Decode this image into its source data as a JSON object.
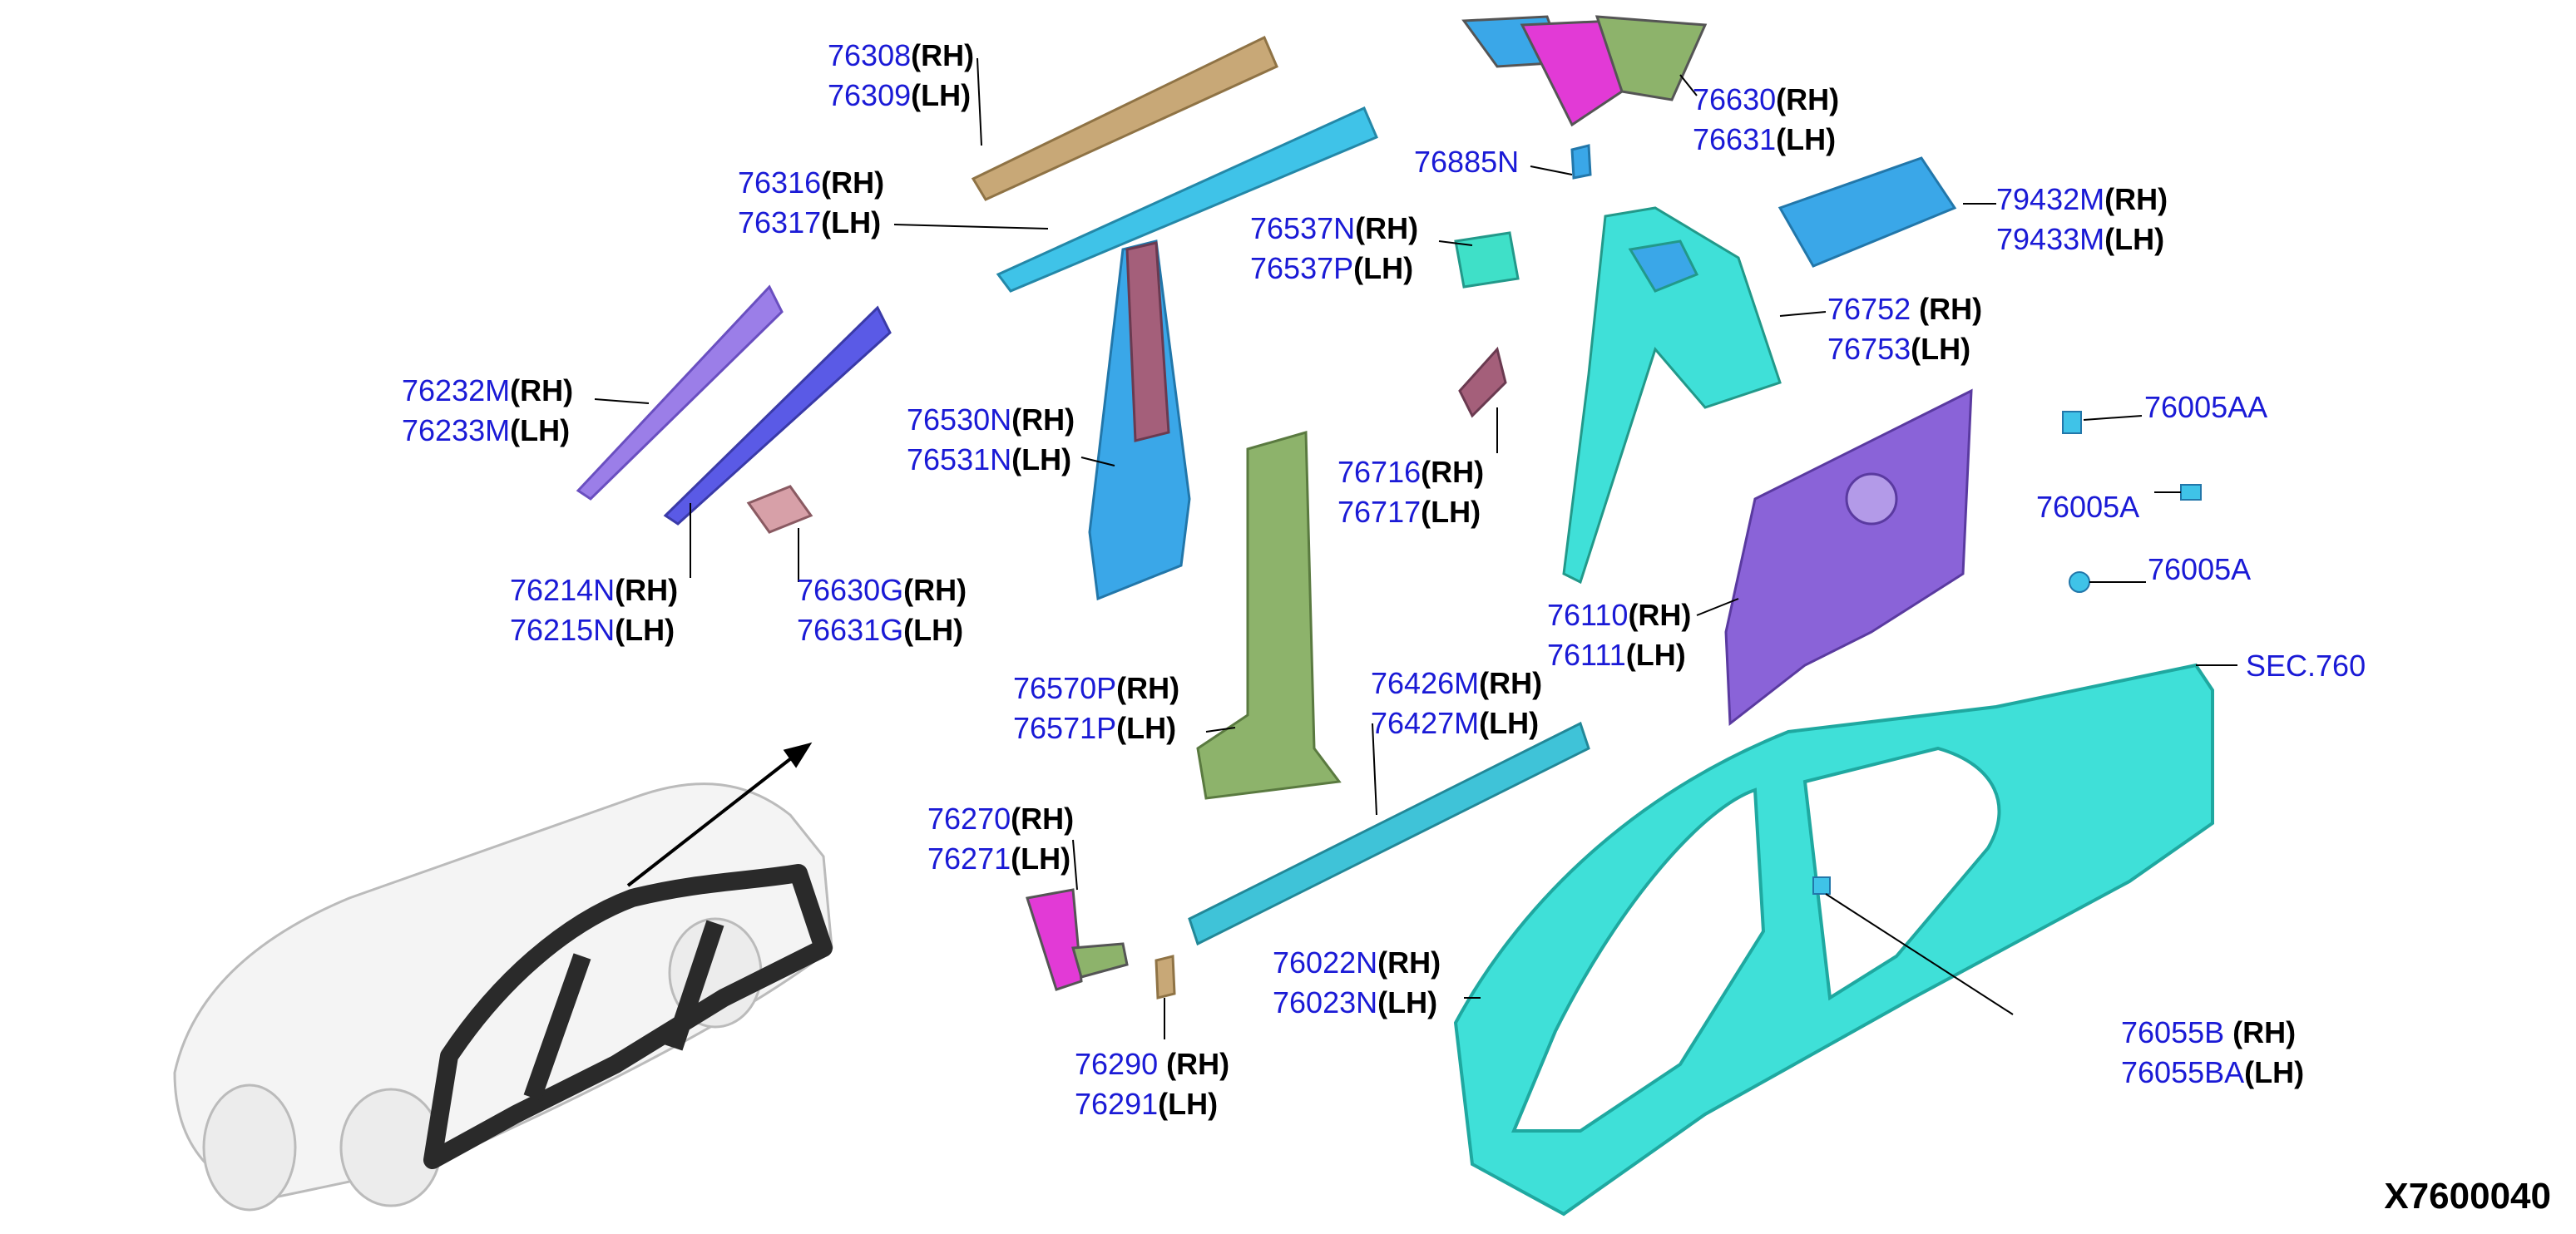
{
  "diagram_code": "X7600040",
  "section_ref": "SEC.760",
  "colors": {
    "part_number": "#1a1ad6",
    "side_label": "#000000",
    "cyan_part": "#3fe0d8",
    "blue_part": "#3aa7e8",
    "tan_part": "#c8a877",
    "purple_part": "#8a63d8",
    "violet_part": "#5a5ae6",
    "olive_part": "#8db36b",
    "magenta_part": "#e23ad6",
    "mauve_part": "#a45f7a",
    "vehicle_frame": "#2a2a2a"
  },
  "callouts": [
    {
      "name": "76308-76309",
      "lines": [
        {
          "pn": "76308",
          "side": "(RH)"
        },
        {
          "pn": "76309",
          "side": "(LH)"
        }
      ]
    },
    {
      "name": "76316-76317",
      "lines": [
        {
          "pn": "76316",
          "side": "(RH)"
        },
        {
          "pn": "76317",
          "side": "(LH)"
        }
      ]
    },
    {
      "name": "76232M-76233M",
      "lines": [
        {
          "pn": "76232M",
          "side": "(RH)"
        },
        {
          "pn": "76233M",
          "side": "(LH)"
        }
      ]
    },
    {
      "name": "76214N-76215N",
      "lines": [
        {
          "pn": "76214N",
          "side": "(RH)"
        },
        {
          "pn": "76215N",
          "side": "(LH)"
        }
      ]
    },
    {
      "name": "76630G-76631G",
      "lines": [
        {
          "pn": "76630G",
          "side": "(RH)"
        },
        {
          "pn": "76631G",
          "side": "(LH)"
        }
      ]
    },
    {
      "name": "76530N-76531N",
      "lines": [
        {
          "pn": "76530N",
          "side": "(RH)"
        },
        {
          "pn": "76531N",
          "side": "(LH)"
        }
      ]
    },
    {
      "name": "76537N-76537P",
      "lines": [
        {
          "pn": "76537N",
          "side": "(RH)"
        },
        {
          "pn": "76537P",
          "side": "(LH)"
        }
      ]
    },
    {
      "name": "76885N",
      "lines": [
        {
          "pn": "76885N",
          "side": ""
        }
      ]
    },
    {
      "name": "76630-76631",
      "lines": [
        {
          "pn": "76630",
          "side": "(RH)"
        },
        {
          "pn": "76631",
          "side": "(LH)"
        }
      ]
    },
    {
      "name": "79432M-79433M",
      "lines": [
        {
          "pn": "79432M",
          "side": "(RH)"
        },
        {
          "pn": "79433M",
          "side": "(LH)"
        }
      ]
    },
    {
      "name": "76752-76753",
      "lines": [
        {
          "pn": "76752",
          "side": " (RH)"
        },
        {
          "pn": "76753",
          "side": "(LH)"
        }
      ]
    },
    {
      "name": "76716-76717",
      "lines": [
        {
          "pn": "76716",
          "side": "(RH)"
        },
        {
          "pn": "76717",
          "side": "(LH)"
        }
      ]
    },
    {
      "name": "76005AA",
      "lines": [
        {
          "pn": "76005AA",
          "side": ""
        }
      ]
    },
    {
      "name": "76005A-upper",
      "lines": [
        {
          "pn": "76005A",
          "side": ""
        }
      ]
    },
    {
      "name": "76005A-lower",
      "lines": [
        {
          "pn": "76005A",
          "side": ""
        }
      ]
    },
    {
      "name": "76110-76111",
      "lines": [
        {
          "pn": "76110",
          "side": "(RH)"
        },
        {
          "pn": "76111",
          "side": "(LH)"
        }
      ]
    },
    {
      "name": "76570P-76571P",
      "lines": [
        {
          "pn": "76570P",
          "side": "(RH)"
        },
        {
          "pn": "76571P",
          "side": "(LH)"
        }
      ]
    },
    {
      "name": "76426M-76427M",
      "lines": [
        {
          "pn": "76426M",
          "side": "(RH)"
        },
        {
          "pn": "76427M",
          "side": "(LH)"
        }
      ]
    },
    {
      "name": "76270-76271",
      "lines": [
        {
          "pn": "76270",
          "side": "(RH)"
        },
        {
          "pn": "76271",
          "side": "(LH)"
        }
      ]
    },
    {
      "name": "76022N-76023N",
      "lines": [
        {
          "pn": "76022N",
          "side": "(RH)"
        },
        {
          "pn": "76023N",
          "side": "(LH)"
        }
      ]
    },
    {
      "name": "76290-76291",
      "lines": [
        {
          "pn": "76290",
          "side": " (RH)"
        },
        {
          "pn": "76291",
          "side": "(LH)"
        }
      ]
    },
    {
      "name": "76055B-76055BA",
      "lines": [
        {
          "pn": "76055B",
          "side": " (RH)"
        },
        {
          "pn": "76055BA",
          "side": "(LH)"
        }
      ]
    }
  ]
}
